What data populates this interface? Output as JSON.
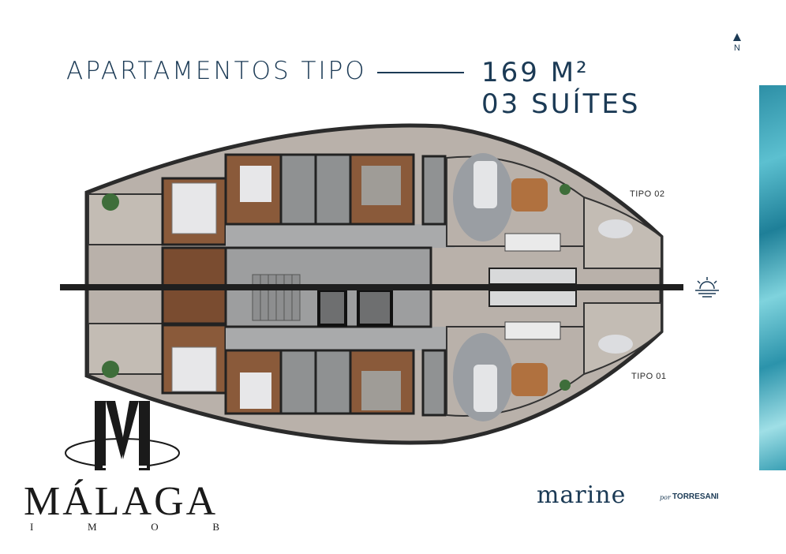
{
  "header": {
    "title": "APARTAMENTOS TIPO",
    "area": "169 M²",
    "suites": "03 SUÍTES"
  },
  "compass": {
    "label": "N",
    "icon": "north-arrow-icon"
  },
  "plan": {
    "units": [
      {
        "label": "TIPO 02"
      },
      {
        "label": "TIPO 01"
      }
    ],
    "orientation_icon": "sunrise-icon"
  },
  "brand": {
    "name": "marine",
    "por": "por",
    "developer": "TORRESANI"
  },
  "agency": {
    "name": "MÁLAGA",
    "subtitle_letters": [
      "I",
      "M",
      "O",
      "B"
    ]
  },
  "colors": {
    "navy": "#1b3a55",
    "floor": "#b9b1aa",
    "corridor": "#a9aaab",
    "wood": "#8a5a3a",
    "wall": "#2b2b2b",
    "sea": "#3aa0b5"
  }
}
